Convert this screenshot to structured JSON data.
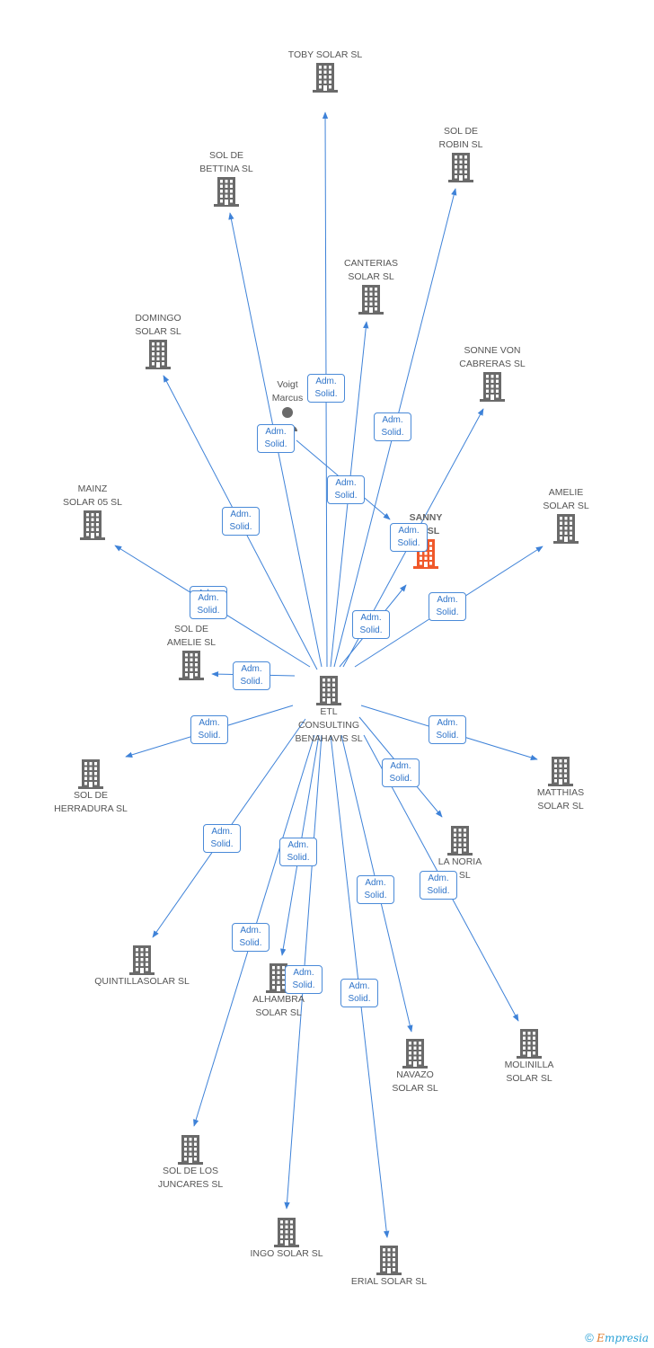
{
  "colors": {
    "edge": "#3e82d8",
    "node": "#6a6a6a",
    "highlight": "#f0582a",
    "badge_text": "#2f74c9"
  },
  "center": {
    "id": "etl",
    "label": "ETL\nCONSULTING\nBENAHAVIS SL",
    "icon": "building-icon"
  },
  "nodes": [
    {
      "id": "toby",
      "label": "TOBY SOLAR SL",
      "icon": "building-icon"
    },
    {
      "id": "robin",
      "label": "SOL DE\nROBIN SL",
      "icon": "building-icon"
    },
    {
      "id": "bettina",
      "label": "SOL DE\nBETTINA SL",
      "icon": "building-icon"
    },
    {
      "id": "canterias",
      "label": "CANTERIAS\nSOLAR SL",
      "icon": "building-icon"
    },
    {
      "id": "domingo",
      "label": "DOMINGO\nSOLAR SL",
      "icon": "building-icon"
    },
    {
      "id": "sonne",
      "label": "SONNE VON\nCABRERAS SL",
      "icon": "building-icon"
    },
    {
      "id": "voigt",
      "label": "Voigt\nMarcus",
      "icon": "person-icon"
    },
    {
      "id": "sanny",
      "label": "SANNY\nSS SL",
      "icon": "building-icon",
      "highlight": true
    },
    {
      "id": "amelie_solar",
      "label": "AMELIE\nSOLAR SL",
      "icon": "building-icon"
    },
    {
      "id": "mainz",
      "label": "MAINZ\nSOLAR 05 SL",
      "icon": "building-icon"
    },
    {
      "id": "sol_amelie",
      "label": "SOL DE\nAMELIE SL",
      "icon": "building-icon"
    },
    {
      "id": "herradura",
      "label": "SOL DE\nHERRADURA SL",
      "icon": "building-icon"
    },
    {
      "id": "matthias",
      "label": "MATTHIAS\nSOLAR SL",
      "icon": "building-icon"
    },
    {
      "id": "noria",
      "label": "LA NORIA\nR SL",
      "icon": "building-icon"
    },
    {
      "id": "quintilla",
      "label": "QUINTILLASOLAR SL",
      "icon": "building-icon"
    },
    {
      "id": "alhambra",
      "label": "ALHAMBRA\nSOLAR SL",
      "icon": "building-icon"
    },
    {
      "id": "navazo",
      "label": "NAVAZO\nSOLAR SL",
      "icon": "building-icon"
    },
    {
      "id": "molinilla",
      "label": "MOLINILLA\nSOLAR SL",
      "icon": "building-icon"
    },
    {
      "id": "juncares",
      "label": "SOL DE LOS\nJUNCARES SL",
      "icon": "building-icon"
    },
    {
      "id": "ingo",
      "label": "INGO SOLAR SL",
      "icon": "building-icon"
    },
    {
      "id": "erial",
      "label": "ERIAL SOLAR SL",
      "icon": "building-icon"
    }
  ],
  "relation": {
    "line1": "Adm.",
    "line2": "Solid."
  },
  "edges": [
    {
      "from": "etl",
      "to": "toby"
    },
    {
      "from": "etl",
      "to": "robin"
    },
    {
      "from": "etl",
      "to": "bettina"
    },
    {
      "from": "etl",
      "to": "canterias"
    },
    {
      "from": "etl",
      "to": "domingo"
    },
    {
      "from": "etl",
      "to": "sonne"
    },
    {
      "from": "voigt",
      "to": "sanny"
    },
    {
      "from": "etl",
      "to": "sanny"
    },
    {
      "from": "etl",
      "to": "amelie_solar"
    },
    {
      "from": "etl",
      "to": "mainz"
    },
    {
      "from": "etl",
      "to": "sol_amelie"
    },
    {
      "from": "etl",
      "to": "herradura"
    },
    {
      "from": "etl",
      "to": "matthias"
    },
    {
      "from": "etl",
      "to": "noria"
    },
    {
      "from": "etl",
      "to": "quintilla"
    },
    {
      "from": "etl",
      "to": "alhambra"
    },
    {
      "from": "etl",
      "to": "navazo"
    },
    {
      "from": "etl",
      "to": "molinilla"
    },
    {
      "from": "etl",
      "to": "juncares"
    },
    {
      "from": "etl",
      "to": "ingo"
    },
    {
      "from": "etl",
      "to": "erial"
    }
  ],
  "footer": {
    "copyright": "©",
    "brand_initial": "E",
    "brand_rest": "mpresia"
  }
}
